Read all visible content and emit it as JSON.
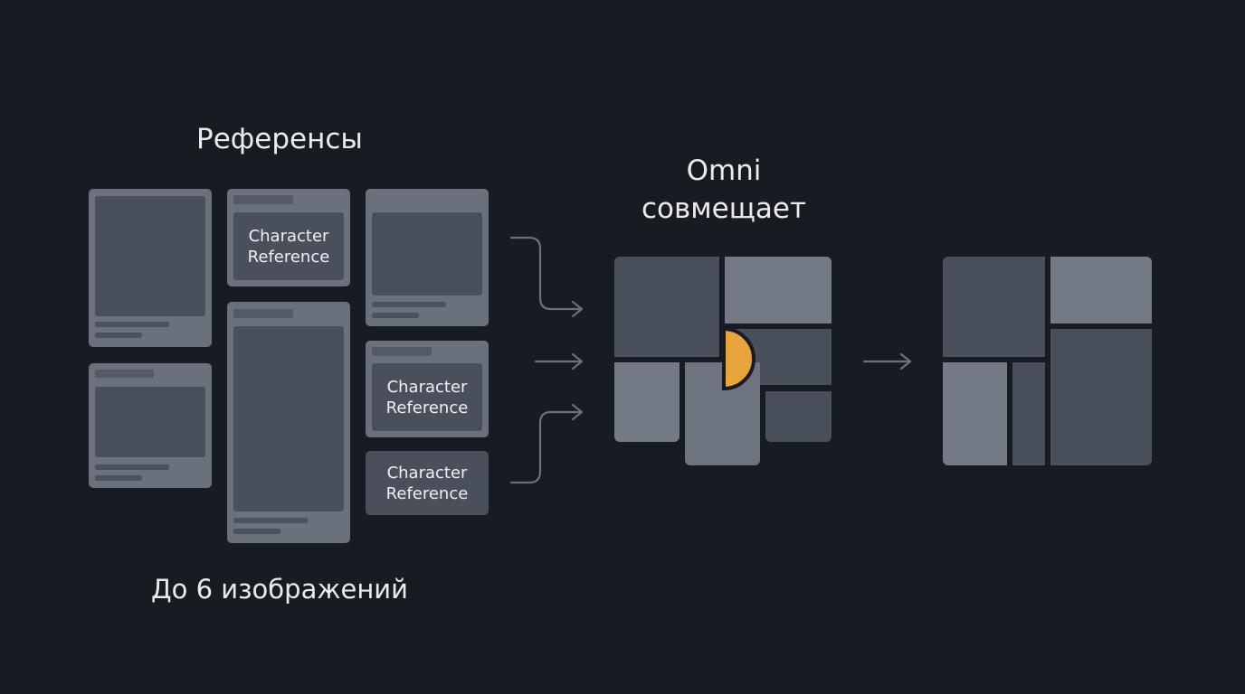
{
  "references_title": "Референсы",
  "references_caption": "До 6 изображений",
  "omni_title": [
    "Omni",
    "совмещает"
  ],
  "reference_cards": [
    {
      "label": "Character\nReference"
    },
    {
      "label": "Character\nReference"
    },
    {
      "label": "Character\nReference"
    }
  ],
  "colors": {
    "background": "#181c22",
    "card": "#6b717c",
    "inner": "#4a505b",
    "accent": "#e8a33a",
    "arrow": "#6b717c"
  }
}
